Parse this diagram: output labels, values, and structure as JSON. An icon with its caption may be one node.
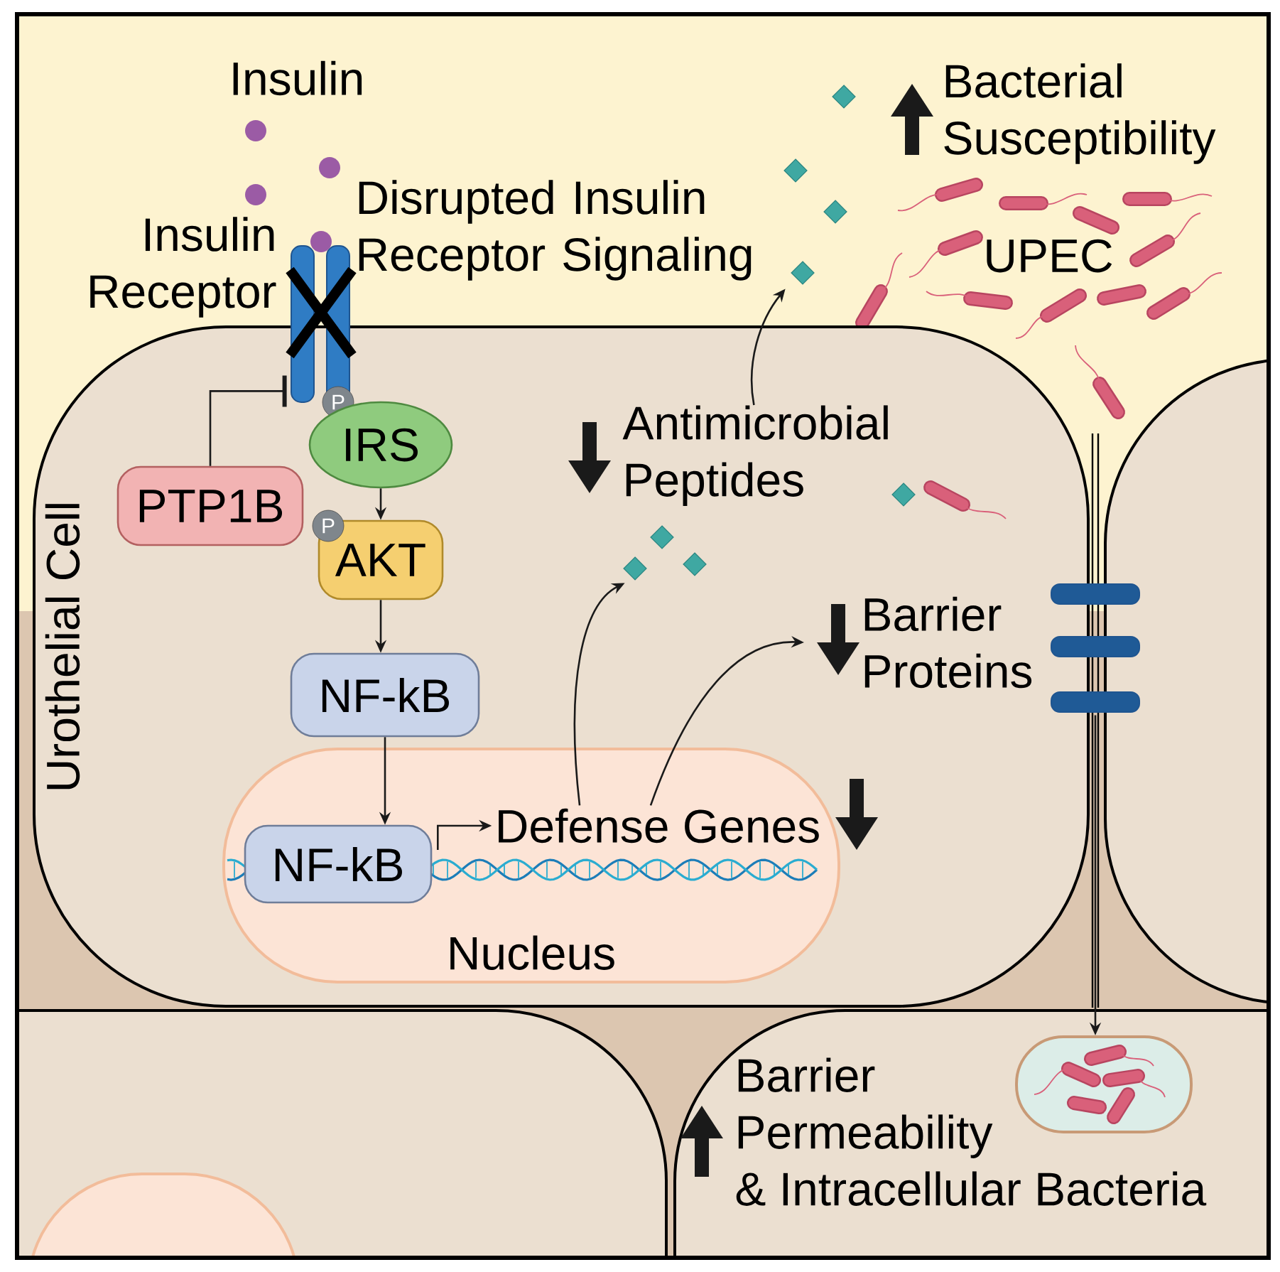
{
  "diagram": {
    "nodes": [
      {
        "text": [
          "Urothelial Cell"
        ]
      },
      {
        "text": [],
        "shape": "picture",
        "beside": [
          "Insulin Receptor"
        ]
      },
      {
        "text": [
          "IRS"
        ],
        "in": 0
      },
      {
        "text": [
          "PTP1B"
        ],
        "in": 0
      },
      {
        "text": [
          "AKT"
        ],
        "in": 0
      },
      {
        "text": [
          "NF-kB"
        ],
        "in": 0
      },
      {
        "text": [
          "Nucleus"
        ],
        "in": 0
      },
      {
        "text": [
          "NF-kB"
        ],
        "in": 6
      },
      {
        "text": [
          "Defense Genes"
        ],
        "in": 6
      },
      {
        "text": [
          "Antimicrobial Peptides"
        ],
        "in": 0
      },
      {
        "text": [],
        "shape": "picture",
        "in": 0
      },
      {
        "text": [],
        "shape": "picture"
      },
      {
        "text": [
          "Barrier Proteins"
        ],
        "in": 0
      },
      {
        "text": [],
        "shape": "picture"
      },
      {
        "text": [],
        "shape": "picture"
      }
    ],
    "edges": [
      {
        "from": 3,
        "to": 1,
        "arrow": "other"
      },
      {
        "from": 2,
        "to": 4,
        "arrow": "to"
      },
      {
        "from": 4,
        "to": 5,
        "arrow": "to"
      },
      {
        "from": 5,
        "to": 7,
        "arrow": "to"
      },
      {
        "from": 7,
        "to": 8,
        "arrow": "to"
      },
      {
        "from": 8,
        "to": 10,
        "arrow": "to"
      },
      {
        "from": 8,
        "to": 12,
        "arrow": "to"
      },
      {
        "from": 9,
        "to": 11,
        "arrow": "to"
      },
      {
        "from": 13,
        "to": 14,
        "arrow": "to"
      }
    ],
    "labels": [
      "Insulin",
      "Bacterial Susceptibility",
      "Disrupted Insulin Receptor Signaling",
      "UPEC",
      "P",
      "P",
      "Barrier Permeability & Intracellular Bacteria"
    ]
  }
}
